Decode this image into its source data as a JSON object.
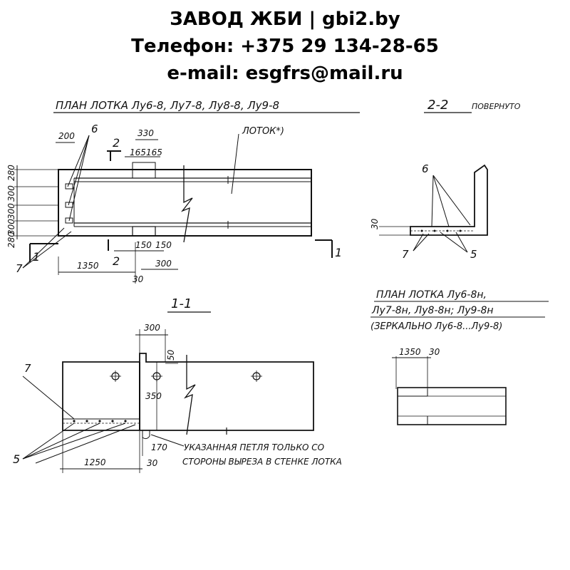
{
  "header": {
    "line1": "ЗАВОД ЖБИ | gbi2.by",
    "line2": "Телефон: +375 29 134-28-65",
    "line3": "e-mail: esgfrs@mail.ru"
  },
  "drawing": {
    "plan_title": "ПЛАН ЛОТКА Лу6-8, Лу7-8, Лу8-8, Лу9-8",
    "plan_label_tray": "ЛОТОК*)",
    "plan_mark_6": "6",
    "plan_mark_7": "7",
    "plan_sec2_top": "2",
    "plan_sec2_bottom": "2",
    "plan_sec1_left": "1",
    "plan_sec1_right": "1",
    "plan_dims": {
      "d200": "200",
      "d330": "330",
      "d165a": "165",
      "d165b": "165",
      "d280a": "280",
      "d300a": "300",
      "d300b": "300",
      "d300c": "300",
      "d280b": "280",
      "d1350": "1350",
      "d150a": "150",
      "d150b": "150",
      "d300d": "300",
      "d30": "30"
    },
    "sec22_title": "2-2",
    "sec22_sub": "ПОВЕРНУТО",
    "sec22_mark6": "6",
    "sec22_mark7": "7",
    "sec22_mark5": "5",
    "sec22_dim30": "30",
    "sec11_title": "1-1",
    "sec11_mark7": "7",
    "sec11_mark5": "5",
    "sec11_dims": {
      "d300": "300",
      "d50": "50",
      "d350": "350",
      "d170": "170",
      "d1250": "1250",
      "d30": "30"
    },
    "sec11_note_line1": "УКАЗАННАЯ ПЕТЛЯ ТОЛЬКО СО",
    "sec11_note_line2": "СТОРОНЫ ВЫРЕЗА В СТЕНКЕ ЛОТКА",
    "plan2_title_line1": "ПЛАН ЛОТКА Лу6-8н,",
    "plan2_title_line2": "Лу7-8н, Лу8-8н; Лу9-8н",
    "plan2_title_line3": "(ЗЕРКАЛЬНО Лу6-8...Лу9-8)",
    "plan2_dim1350": "1350",
    "plan2_dim30": "30"
  }
}
